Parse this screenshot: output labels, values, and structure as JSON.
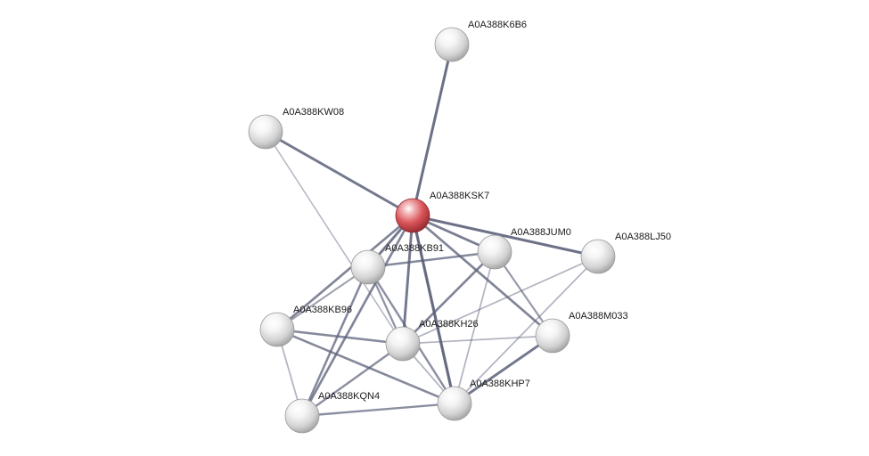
{
  "network": {
    "nodes": [
      {
        "id": "A0A388KSK7",
        "label": "A0A388KSK7",
        "query": true
      },
      {
        "id": "A0A388K6B6",
        "label": "A0A388K6B6",
        "query": false
      },
      {
        "id": "A0A388KW08",
        "label": "A0A388KW08",
        "query": false
      },
      {
        "id": "A0A388JUM0",
        "label": "A0A388JUM0",
        "query": false
      },
      {
        "id": "A0A388LJ50",
        "label": "A0A388LJ50",
        "query": false
      },
      {
        "id": "A0A388KB91",
        "label": "A0A388KB91",
        "query": false
      },
      {
        "id": "A0A388KB96",
        "label": "A0A388KB96",
        "query": false
      },
      {
        "id": "A0A388KH26",
        "label": "A0A388KH26",
        "query": false
      },
      {
        "id": "A0A388M033",
        "label": "A0A388M033",
        "query": false
      },
      {
        "id": "A0A388KHP7",
        "label": "A0A388KHP7",
        "query": false
      },
      {
        "id": "A0A388KQN4",
        "label": "A0A388KQN4",
        "query": false
      }
    ],
    "edges": [
      {
        "source": "A0A388KSK7",
        "target": "A0A388K6B6",
        "strength": 0.85
      },
      {
        "source": "A0A388KSK7",
        "target": "A0A388KW08",
        "strength": 0.8
      },
      {
        "source": "A0A388KSK7",
        "target": "A0A388JUM0",
        "strength": 0.75
      },
      {
        "source": "A0A388KSK7",
        "target": "A0A388LJ50",
        "strength": 0.85
      },
      {
        "source": "A0A388KSK7",
        "target": "A0A388KB91",
        "strength": 0.8
      },
      {
        "source": "A0A388KSK7",
        "target": "A0A388KB96",
        "strength": 0.7
      },
      {
        "source": "A0A388KSK7",
        "target": "A0A388KH26",
        "strength": 0.8
      },
      {
        "source": "A0A388KSK7",
        "target": "A0A388M033",
        "strength": 0.7
      },
      {
        "source": "A0A388KSK7",
        "target": "A0A388KHP7",
        "strength": 0.9
      },
      {
        "source": "A0A388KSK7",
        "target": "A0A388KQN4",
        "strength": 0.7
      },
      {
        "source": "A0A388KW08",
        "target": "A0A388KH26",
        "strength": 0.25
      },
      {
        "source": "A0A388KB91",
        "target": "A0A388JUM0",
        "strength": 0.65
      },
      {
        "source": "A0A388KB91",
        "target": "A0A388KB96",
        "strength": 0.45
      },
      {
        "source": "A0A388KB91",
        "target": "A0A388KH26",
        "strength": 0.55
      },
      {
        "source": "A0A388KB91",
        "target": "A0A388KHP7",
        "strength": 0.6
      },
      {
        "source": "A0A388KB91",
        "target": "A0A388KQN4",
        "strength": 0.65
      },
      {
        "source": "A0A388JUM0",
        "target": "A0A388KH26",
        "strength": 0.7
      },
      {
        "source": "A0A388JUM0",
        "target": "A0A388M033",
        "strength": 0.5
      },
      {
        "source": "A0A388JUM0",
        "target": "A0A388KHP7",
        "strength": 0.3
      },
      {
        "source": "A0A388LJ50",
        "target": "A0A388KH26",
        "strength": 0.3
      },
      {
        "source": "A0A388LJ50",
        "target": "A0A388KHP7",
        "strength": 0.3
      },
      {
        "source": "A0A388KB96",
        "target": "A0A388KH26",
        "strength": 0.65
      },
      {
        "source": "A0A388KB96",
        "target": "A0A388KHP7",
        "strength": 0.65
      },
      {
        "source": "A0A388KB96",
        "target": "A0A388KQN4",
        "strength": 0.3
      },
      {
        "source": "A0A388KH26",
        "target": "A0A388KQN4",
        "strength": 0.6
      },
      {
        "source": "A0A388KH26",
        "target": "A0A388M033",
        "strength": 0.3
      },
      {
        "source": "A0A388KH26",
        "target": "A0A388KHP7",
        "strength": 0.3
      },
      {
        "source": "A0A388M033",
        "target": "A0A388KHP7",
        "strength": 0.8
      },
      {
        "source": "A0A388KHP7",
        "target": "A0A388KQN4",
        "strength": 0.6
      }
    ],
    "colors": {
      "edge": "#5b6079",
      "query_node": "#d9565b",
      "node": "#dcdcdc",
      "label": "#1a1a1a"
    }
  }
}
